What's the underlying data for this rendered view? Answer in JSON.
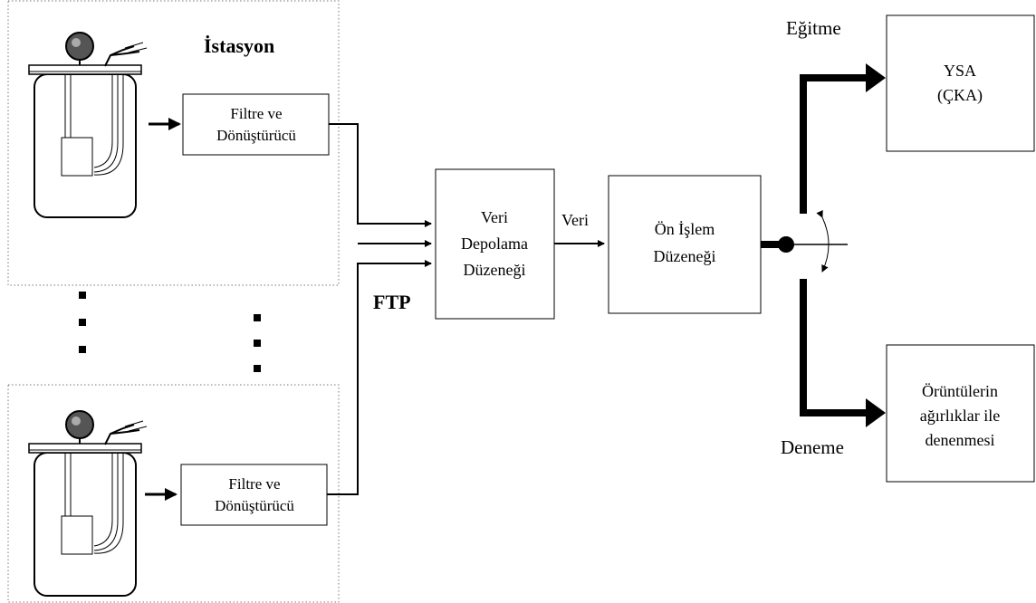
{
  "station_label": "İstasyon",
  "filter_box": {
    "line1": "Filtre ve",
    "line2": "Dönüştürücü"
  },
  "storage_box": {
    "line1": "Veri",
    "line2": "Depolama",
    "line3": "Düzeneği"
  },
  "ftp_label": "FTP",
  "data_label": "Veri",
  "preprocess_box": {
    "line1": "Ön İşlem",
    "line2": "Düzeneği"
  },
  "training_label": "Eğitme",
  "testing_label": "Deneme",
  "ann_box": {
    "line1": "YSA",
    "line2": "(ÇKA)"
  },
  "test_box": {
    "line1": "Örüntülerin",
    "line2": "ağırlıklar ile",
    "line3": "denenmesi"
  }
}
